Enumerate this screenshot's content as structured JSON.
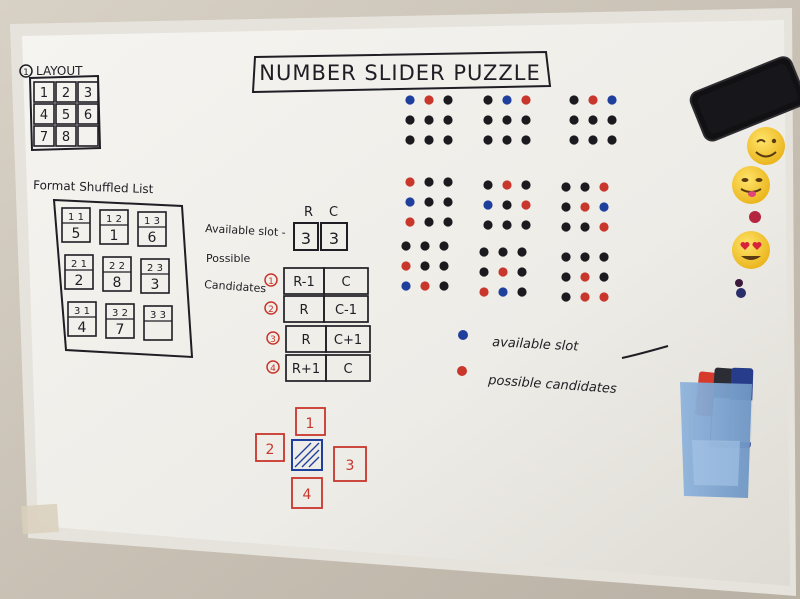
{
  "title": "NUMBER SLIDER PUZZLE",
  "layout": {
    "step": "1",
    "label": "LAYOUT",
    "cells": [
      "1",
      "2",
      "3",
      "4",
      "5",
      "6",
      "7",
      "8"
    ]
  },
  "shuffled": {
    "label": "Format Shuffled List",
    "tiles": [
      {
        "pos": "1 1",
        "value": "5"
      },
      {
        "pos": "1 2",
        "value": "1"
      },
      {
        "pos": "1 3",
        "value": "6"
      },
      {
        "pos": "2 1",
        "value": "2"
      },
      {
        "pos": "2 2",
        "value": "8"
      },
      {
        "pos": "2 3",
        "value": "3"
      },
      {
        "pos": "3 1",
        "value": "4"
      },
      {
        "pos": "3 2",
        "value": "7"
      },
      {
        "pos": "3 3",
        "value": ""
      }
    ]
  },
  "slot": {
    "col_r": "R",
    "col_c": "C",
    "label": "Available slot -",
    "r_value": "3",
    "c_value": "3"
  },
  "candidates": {
    "label_line1": "Possible",
    "label_line2": "Candidates",
    "rows": [
      {
        "num": "1",
        "r": "R-1",
        "c": "C"
      },
      {
        "num": "2",
        "r": "R",
        "c": "C-1"
      },
      {
        "num": "3",
        "r": "R",
        "c": "C+1"
      },
      {
        "num": "4",
        "r": "R+1",
        "c": "C"
      }
    ]
  },
  "cross": {
    "up": "1",
    "left": "2",
    "right": "3",
    "down": "4"
  },
  "legend": {
    "available": "available slot",
    "possible": "possible candidates"
  },
  "colors": {
    "board": "#f3f1ec",
    "ink": "#1e1e24",
    "red": "#c8362c",
    "blue": "#1f3f9c",
    "dot_black": "#1b1b1f"
  }
}
